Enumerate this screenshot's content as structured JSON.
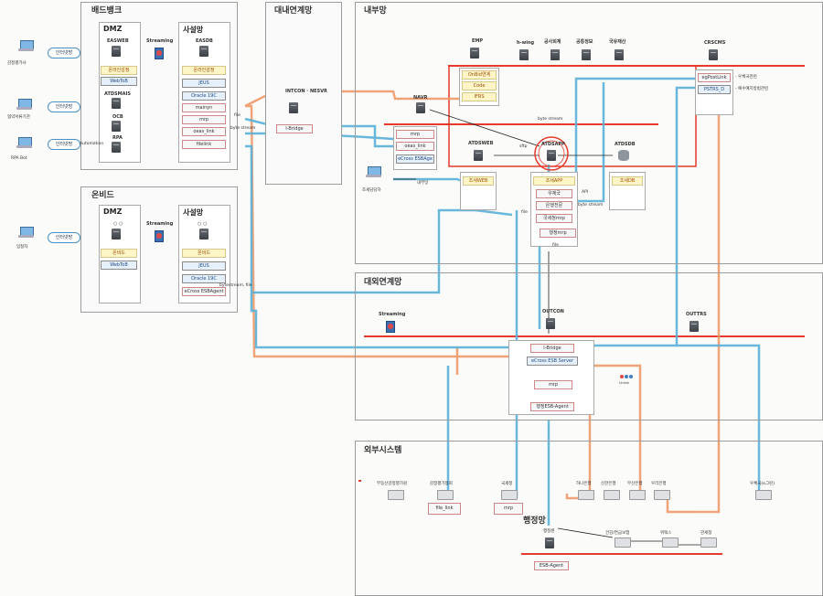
{
  "colors": {
    "blue_line": "#5ab1d8",
    "orange_line": "#f09a6a",
    "red_line": "#e53b2c",
    "black_line": "#222222"
  },
  "zones": {
    "bad_bank": "배드뱅크",
    "internal_link": "대내연계망",
    "internal": "내부망",
    "on_bid": "온비드",
    "external_link": "대외연계망",
    "external": "외부시스템",
    "admin": "행정망"
  },
  "badbank": {
    "dmz": "DMZ",
    "private": "사설망",
    "streaming": "Streaming",
    "easweb": "EASWEB",
    "easdb": "EASDB",
    "atdsmais": "ATDSMAIS",
    "ocb": "OCB",
    "rpa": "RPA",
    "dmz_items": [
      "온라인감정",
      "WebToB"
    ],
    "private_items": [
      "온라인감정",
      "JEUS",
      "Oracle 19C",
      "mainyn",
      "mrp",
      "oeas_link",
      "filelink"
    ],
    "file_label": "file",
    "byte_stream": "byte stream"
  },
  "actors": {
    "appraiser": "감정평가사",
    "appraiser_cloud": "인터넷망",
    "financial": "협약서류기관",
    "financial_cloud": "인터넷망",
    "rpa_bot": "RPA Bot",
    "rpa_cloud": "인터넷망",
    "automation": "Automation",
    "bidder": "입찰자",
    "bidder_cloud": "인터넷망",
    "agent": "조세담당자",
    "agent_cloud": "내부망"
  },
  "onbid": {
    "dmz": "DMZ",
    "private": "사설망",
    "streaming": "Streaming",
    "dmz_srv": "○ ○",
    "priv_srv": "○ ○",
    "dmz_items": [
      "온비드",
      "WebToB"
    ],
    "private_items": [
      "온비드",
      "JEUS",
      "Oracle 19C",
      "eCross ESBAgent"
    ],
    "bytestream": "bytestream, file"
  },
  "interlink": {
    "server": "INTCON\n· NESVR",
    "box": "I-Bridge"
  },
  "internal": {
    "emp": "EMP",
    "hwing": "h-wing",
    "accounting": "공사회계",
    "public_info": "공통정보",
    "national_asset": "국유재산",
    "crscms": "CRSCMS",
    "crscms_items": [
      "egPostLink",
      "PSTRS_D"
    ],
    "crscms_notes": [
      "- 우체국관련",
      "- 예수예치방법관련"
    ],
    "onbid_box": [
      "OnBid연계",
      "Code",
      "IFRS"
    ],
    "navr": "NAVR",
    "navr_items": [
      "mrp",
      "oeas_link",
      "eCross ESBAge"
    ],
    "atdsweb": "ATDSWEB",
    "atdsapp": "ATDSAPP",
    "atdsdb": "ATDSDB",
    "byte_stream": "byte stream",
    "sftp": "sftp",
    "api": "API",
    "byte_stream2": "byte stream",
    "web_box": "조세WEB",
    "app_box": "조세APP",
    "db_box": "조세DB",
    "app_items": [
      "우체국",
      "은행전문",
      "국세청mrp",
      "행정mrp"
    ],
    "file1": "file",
    "file2": "file"
  },
  "extlink": {
    "streaming": "Streaming",
    "outcon": "OUTCON",
    "outtrs": "OUTTRS",
    "items": [
      "I-Bridge",
      "eCross ESB Server",
      "mrp",
      "행정ESB-Agent"
    ],
    "legend_dots": "Unlink"
  },
  "external": {
    "real_estate": "부동산감정평가원",
    "appraisal_assoc": "감정평가협회",
    "appraisal_box": "file_link",
    "nts": "국세청",
    "nts_box": "mrp",
    "banks": [
      "하나은행",
      "신한은행",
      "부산은행",
      "우리은행"
    ],
    "post": "우체국(e그린)"
  },
  "admin": {
    "main": "행정센",
    "items": [
      "건강/연금보험",
      "위택스",
      "관세청"
    ],
    "box": "ESB-Agent"
  }
}
